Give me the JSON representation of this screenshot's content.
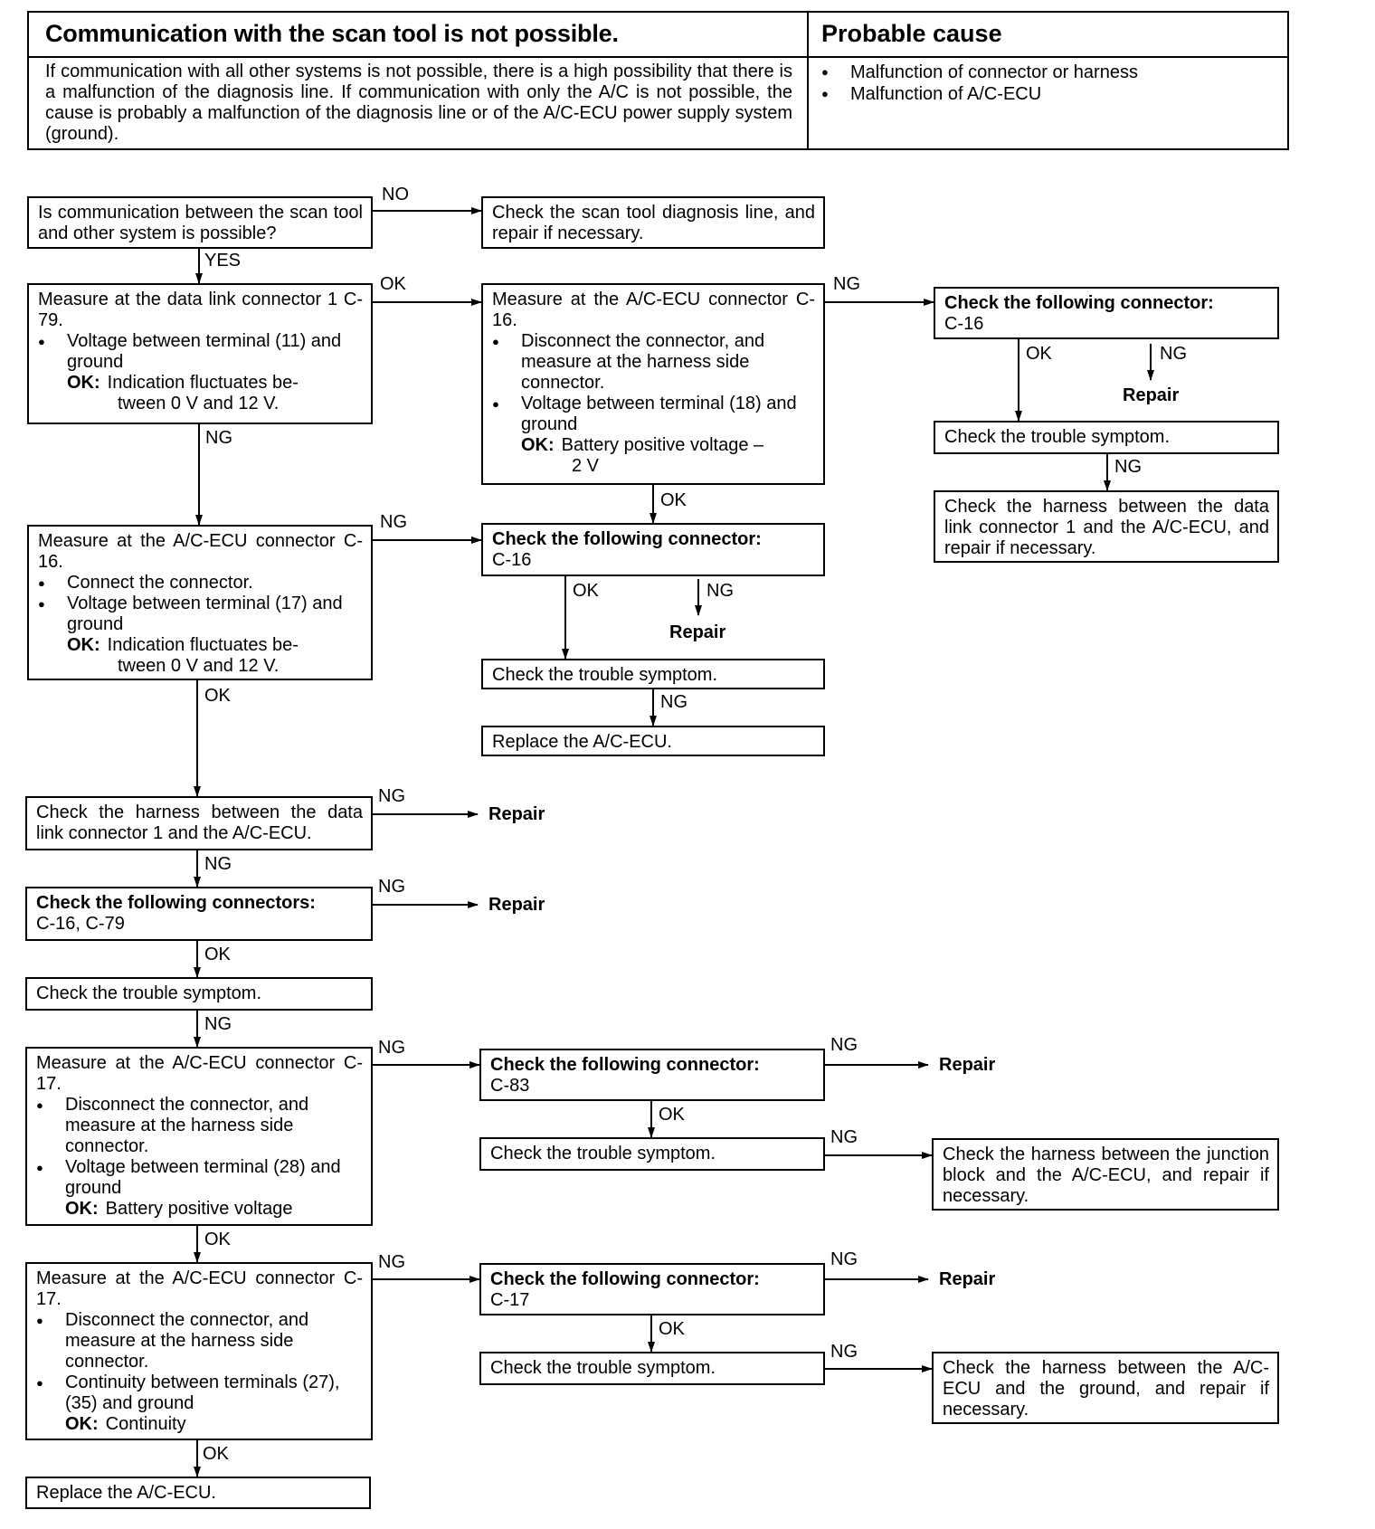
{
  "header": {
    "title": "Communication with the scan tool is not possible.",
    "cause_title": "Probable cause",
    "description": "If communication with all other systems is not possible, there is a high possibility that there is a malfunction of the diagnosis line. If communication with only the A/C is not possible, the cause is probably a malfunction of the diagnosis line or of the A/C-ECU power supply system (ground).",
    "causes": [
      "Malfunction of connector or harness",
      "Malfunction of A/C-ECU"
    ]
  },
  "labels": {
    "yes": "YES",
    "no": "NO",
    "ok": "OK",
    "ng": "NG",
    "repair": "Repair",
    "ok_key": "OK:"
  },
  "flow": {
    "q1": {
      "text": "Is communication between the scan tool and other system is possible?"
    },
    "q1_no": {
      "text": "Check the scan tool diagnosis line, and repair if necessary."
    },
    "s2": {
      "title": "Measure at the data link connector 1 C-79.",
      "bullet1": "Voltage between terminal (11) and ground",
      "ok_line1": "Indication fluctuates be-",
      "ok_line2": "tween 0 V and 12 V."
    },
    "s2_ok": {
      "title": "Measure at the A/C-ECU connector C-16.",
      "bullet1": "Disconnect the connector, and measure at the harness side connector.",
      "bullet2": "Voltage between terminal (18) and ground",
      "ok_line1": "Battery positive voltage –",
      "ok_line2": "2 V"
    },
    "r1": {
      "title": "Check the following connector:",
      "sub": "C-16"
    },
    "r1_check": {
      "text": "Check the trouble symptom."
    },
    "r1_final": {
      "text": "Check the harness between the data link connector 1 and the A/C-ECU, and repair if necessary."
    },
    "s3": {
      "title": "Measure at the A/C-ECU connector C-16.",
      "bullet1": "Connect the connector.",
      "bullet2": "Voltage between terminal (17) and ground",
      "ok_line1": "Indication fluctuates be-",
      "ok_line2": "tween 0 V and 12 V."
    },
    "m2": {
      "title": "Check the following connector:",
      "sub": "C-16"
    },
    "m2_check": {
      "text": "Check the trouble symptom."
    },
    "m2_final": {
      "text": "Replace the A/C-ECU."
    },
    "s4": {
      "text": "Check the harness between the data link connector 1 and the A/C-ECU."
    },
    "s5": {
      "title": "Check the following connectors:",
      "sub": "C-16, C-79"
    },
    "s6": {
      "text": "Check the trouble symptom."
    },
    "s7": {
      "title": "Measure at the A/C-ECU connector C-17.",
      "bullet1": "Disconnect the connector, and measure at the harness side connector.",
      "bullet2": "Voltage between terminal (28) and ground",
      "ok_line1": "Battery positive voltage"
    },
    "m7": {
      "title": "Check the following connector:",
      "sub": "C-83"
    },
    "m7_check": {
      "text": "Check the trouble symptom."
    },
    "m7_final": {
      "text": "Check the harness between the junction block and the A/C-ECU, and repair if necessary."
    },
    "s8": {
      "title": "Measure at the A/C-ECU connector C-17.",
      "bullet1": "Disconnect the connector, and measure at the harness side connector.",
      "bullet2": "Continuity between terminals (27), (35) and ground",
      "ok_line1": "Continuity"
    },
    "m8": {
      "title": "Check the following connector:",
      "sub": "C-17"
    },
    "m8_check": {
      "text": "Check the trouble symptom."
    },
    "m8_final": {
      "text": "Check the harness between the A/C-ECU and the ground, and repair if necessary."
    },
    "s9": {
      "text": "Replace the A/C-ECU."
    }
  }
}
